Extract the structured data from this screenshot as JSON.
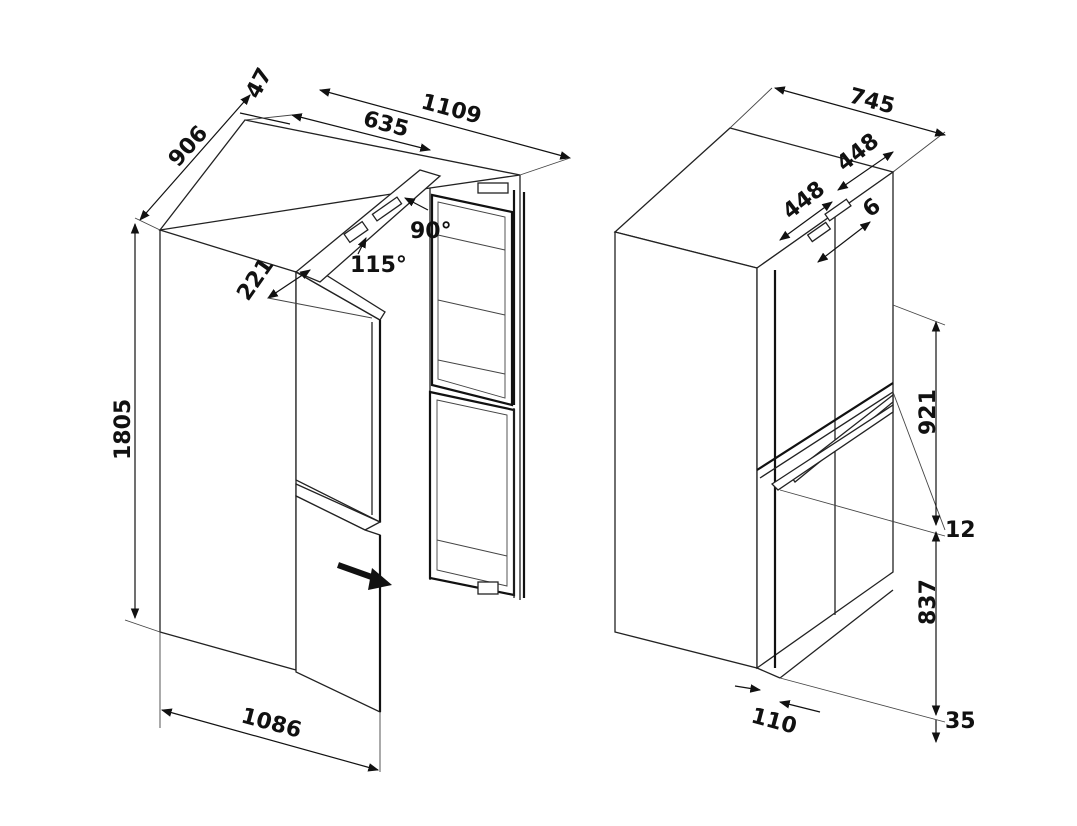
{
  "colors": {
    "line": "#222222",
    "background": "#ffffff"
  },
  "open_view": {
    "depth": "906",
    "door_gap": "47",
    "width_open": "1109",
    "door_width": "635",
    "height": "1805",
    "door_depth": "221",
    "angle_small": "90°",
    "angle_large": "115°",
    "total_width": "1086"
  },
  "closed_view": {
    "width": "745",
    "door_left": "448",
    "door_right": "448",
    "gap": "6",
    "upper_door_height": "921",
    "mid_gap": "12",
    "lower_door_height": "837",
    "plinth": "35",
    "handle_depth": "110"
  }
}
